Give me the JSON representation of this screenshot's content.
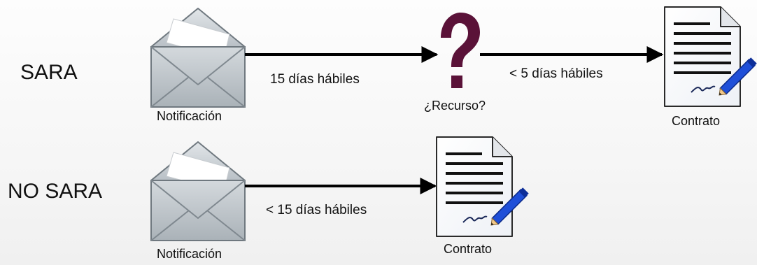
{
  "rows": {
    "sara": {
      "label": "SARA",
      "notification_label": "Notificación",
      "edge1_label": "15 días hábiles",
      "question_label": "¿Recurso?",
      "edge2_label": "< 5 días hábiles",
      "contract_label": "Contrato"
    },
    "no_sara": {
      "label": "NO SARA",
      "notification_label": "Notificación",
      "edge_label": "< 15 días hábiles",
      "contract_label": "Contrato"
    }
  },
  "colors": {
    "question_mark": "#5a1238",
    "arrow": "#000000",
    "envelope_body": "#bfc6cc",
    "envelope_dark": "#8e979e",
    "pencil": "#1f4fd8"
  },
  "icons": {
    "notification": "envelope-icon",
    "question": "question-mark-icon",
    "contract": "signed-document-icon"
  }
}
